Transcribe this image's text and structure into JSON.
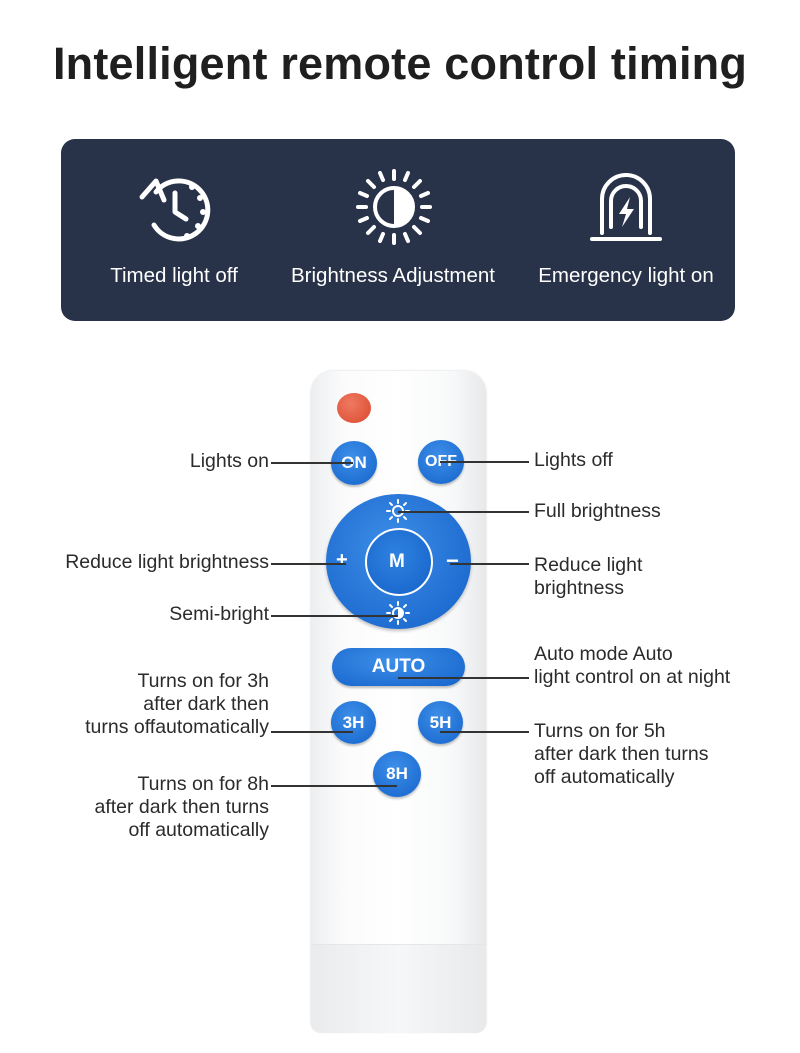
{
  "title": "Intelligent remote control timing",
  "features": [
    {
      "icon": "clock-timer-icon",
      "label": "Timed light off"
    },
    {
      "icon": "brightness-sun-icon",
      "label": "Brightness Adjustment"
    },
    {
      "icon": "emergency-light-icon",
      "label": "Emergency light on"
    }
  ],
  "remote": {
    "on": "ON",
    "off": "OFF",
    "plus": "+",
    "minus": "−",
    "m": "M",
    "auto": "AUTO",
    "h3": "3H",
    "h5": "5H",
    "h8": "8H"
  },
  "annotations": {
    "lights_on": "Lights on",
    "lights_off": "Lights off",
    "full_brightness": "Full brightness",
    "reduce_left": "Reduce light brightness",
    "reduce_right_1": "Reduce light",
    "reduce_right_2": "brightness",
    "semi_bright": "Semi-bright",
    "auto_1": "Auto mode Auto",
    "auto_2": "light control on at night",
    "h3_1": "Turns on for 3h",
    "h3_2": "after dark then",
    "h3_3": "turns offautomatically",
    "h5_1": "Turns on for 5h",
    "h5_2": "after dark then turns",
    "h5_3": "off automatically",
    "h8_1": "Turns on for 8h",
    "h8_2": "after dark then turns",
    "h8_3": "off automatically"
  },
  "colors": {
    "panel": "#283249",
    "button_blue": "#1f74dc",
    "power_red": "#e05a3e"
  }
}
